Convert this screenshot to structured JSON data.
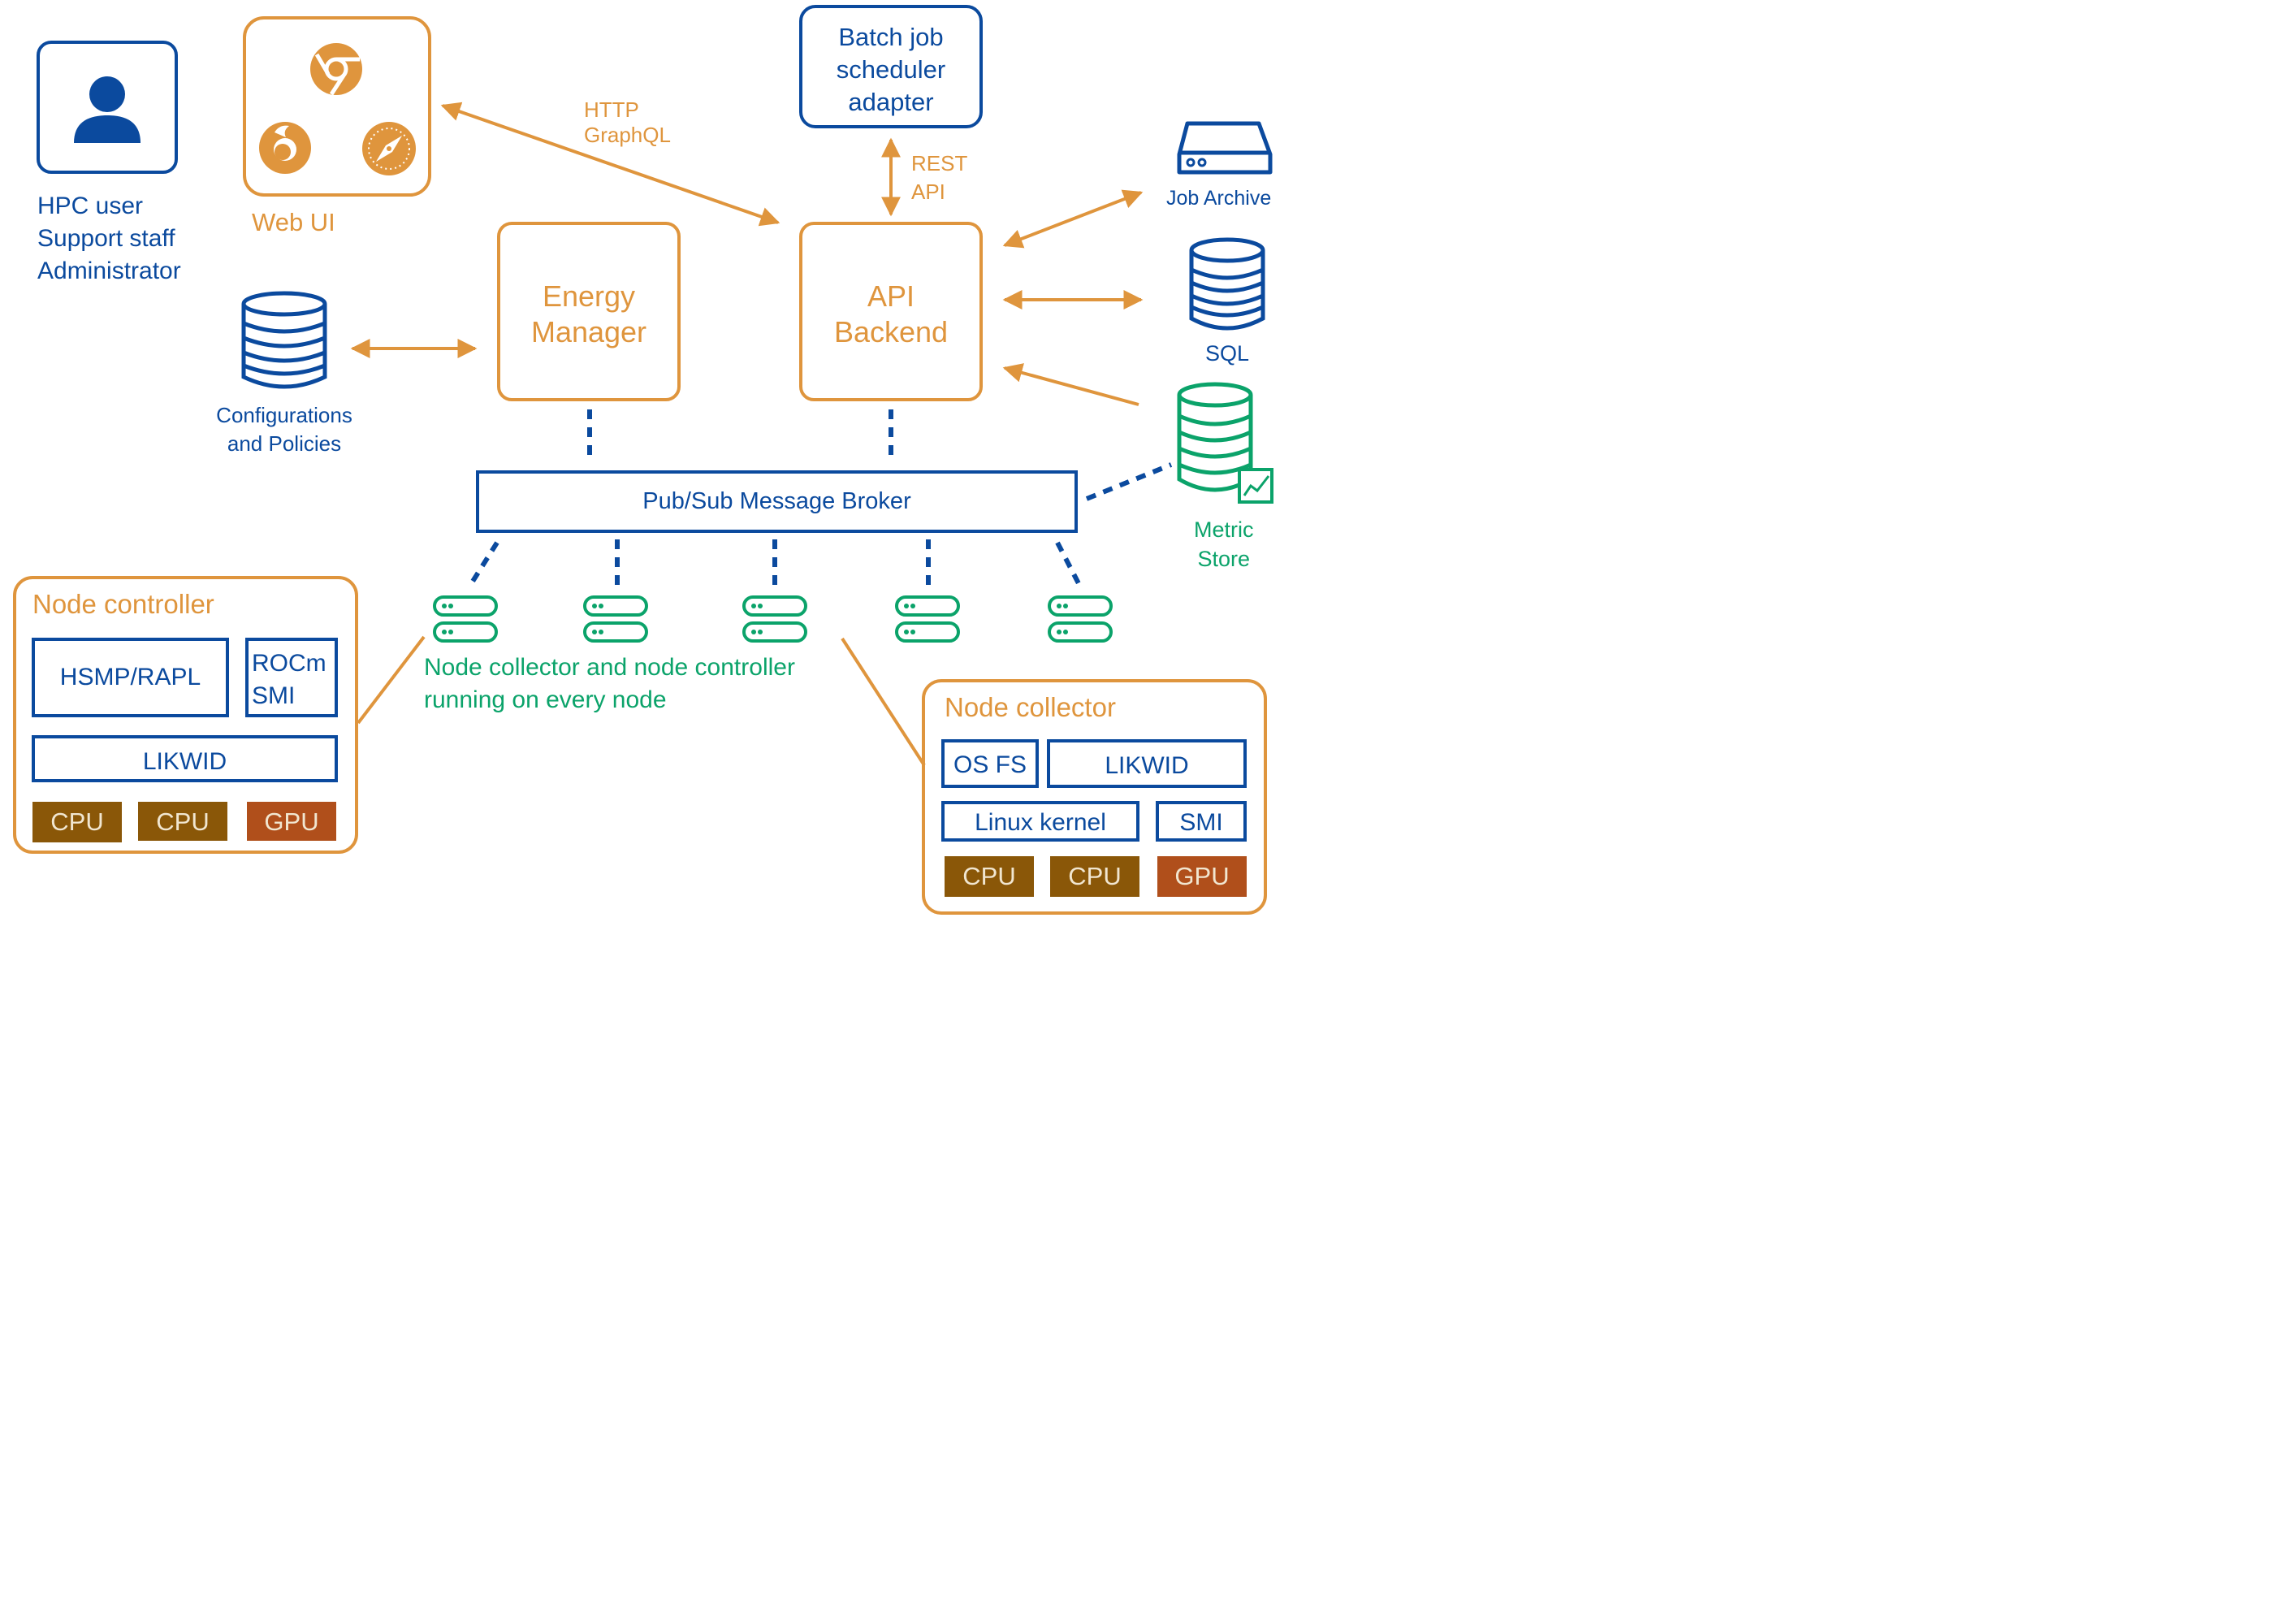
{
  "users": {
    "lines": [
      "HPC user",
      "Support staff",
      "Administrator"
    ]
  },
  "web_ui": {
    "label": "Web UI"
  },
  "http_label": {
    "lines": [
      "HTTP",
      "GraphQL"
    ]
  },
  "batch": {
    "lines": [
      "Batch job",
      "scheduler",
      "adapter"
    ]
  },
  "rest_label": {
    "lines": [
      "REST",
      "API"
    ]
  },
  "job_archive": {
    "label": "Job Archive"
  },
  "sql": {
    "label": "SQL"
  },
  "metric_store": {
    "lines": [
      "Metric",
      "Store"
    ]
  },
  "configs": {
    "lines": [
      "Configurations",
      "and Policies"
    ]
  },
  "energy_manager": {
    "lines": [
      "Energy",
      "Manager"
    ]
  },
  "api_backend": {
    "lines": [
      "API",
      "Backend"
    ]
  },
  "broker": {
    "label": "Pub/Sub Message Broker"
  },
  "nodes_caption": {
    "lines": [
      "Node collector and node controller",
      "running on every node"
    ]
  },
  "node_controller": {
    "title": "Node controller",
    "hsmp": "HSMP/RAPL",
    "rocm": [
      "ROCm",
      "SMI"
    ],
    "likwid": "LIKWID",
    "chips": [
      "CPU",
      "CPU",
      "GPU"
    ]
  },
  "node_collector": {
    "title": "Node collector",
    "osfs": "OS FS",
    "likwid": "LIKWID",
    "kernel": "Linux kernel",
    "smi": "SMI",
    "chips": [
      "CPU",
      "CPU",
      "GPU"
    ]
  },
  "colors": {
    "blue": "#0b4a9e",
    "orange": "#df953d",
    "green": "#0ba36a",
    "cpu": "#8a5708",
    "gpu": "#b04f1b"
  },
  "icons": [
    "user-icon",
    "chrome-icon",
    "firefox-icon",
    "safari-icon",
    "database-icon",
    "server-icon",
    "hard-drive-icon",
    "chart-icon"
  ]
}
